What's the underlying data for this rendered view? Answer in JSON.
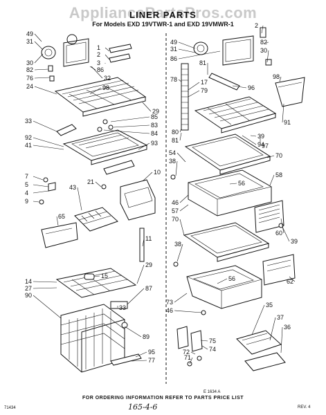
{
  "watermark": "AppliancePartsPros.com",
  "title": "LINER PARTS",
  "subtitle": "For Models EXD 19VTWR-1 and EXD 19VMWR-1",
  "footer": "FOR ORDERING INFORMATION REFER TO PARTS PRICE LIST",
  "bottom_left_code": "71434",
  "page_number": "6",
  "revision": "REV. 4",
  "handwritten": "165-4-6",
  "drawing_code": "E 1634 A",
  "callouts": [
    "49",
    "31",
    "1",
    "2",
    "30",
    "3",
    "82",
    "76",
    "86",
    "32",
    "24",
    "98",
    "29",
    "33",
    "85",
    "83",
    "84",
    "92",
    "41",
    "93",
    "7",
    "5",
    "4",
    "9",
    "10",
    "21",
    "43",
    "65",
    "11",
    "29",
    "14",
    "27",
    "90",
    "15",
    "87",
    "33",
    "89",
    "95",
    "77",
    "2",
    "49",
    "31",
    "82",
    "30",
    "86",
    "81",
    "78",
    "17",
    "79",
    "98",
    "96",
    "91",
    "80",
    "81",
    "39",
    "97",
    "94",
    "54",
    "38",
    "70",
    "56",
    "58",
    "46",
    "57",
    "70",
    "60",
    "39",
    "38",
    "62",
    "56",
    "73",
    "46",
    "35",
    "37",
    "36",
    "75",
    "74",
    "72",
    "71"
  ]
}
